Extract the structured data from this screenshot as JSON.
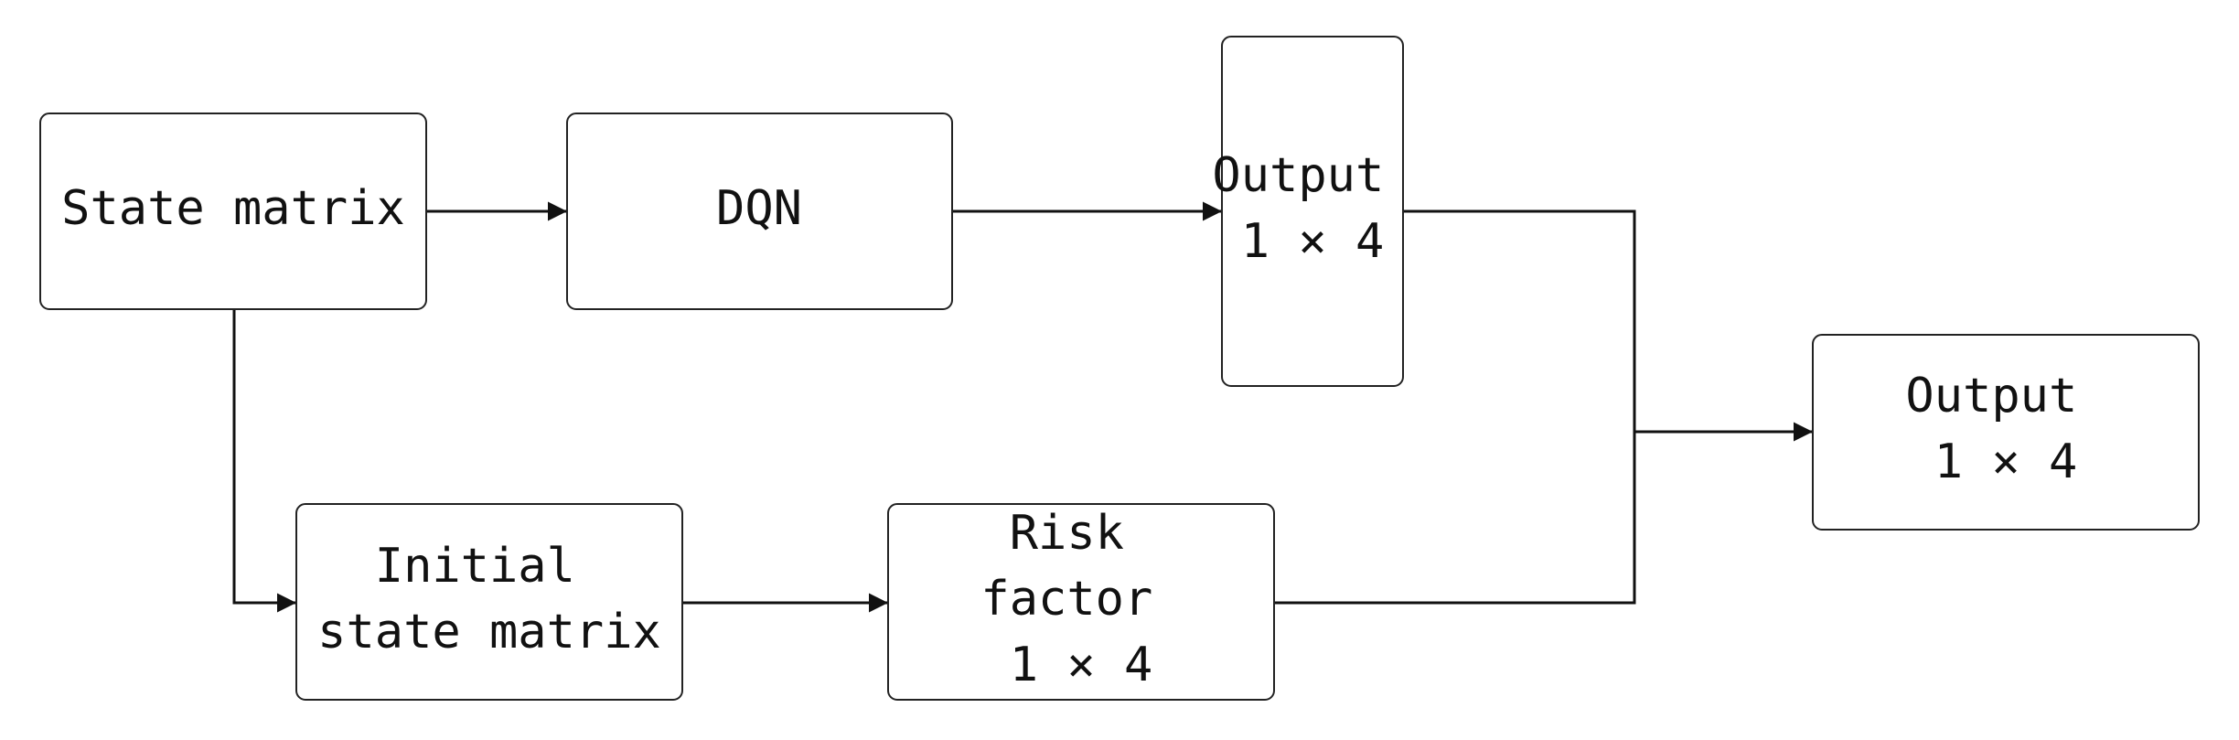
{
  "diagram": {
    "nodes": {
      "state_matrix": {
        "lines": [
          "State matrix"
        ]
      },
      "dqn": {
        "lines": [
          "DQN"
        ]
      },
      "output_top": {
        "lines": [
          "Output",
          "1 × 4"
        ]
      },
      "initial_state_matrix": {
        "lines": [
          "Initial",
          "state matrix"
        ]
      },
      "risk_factor": {
        "lines": [
          "Risk",
          "factor",
          "1 × 4"
        ]
      },
      "output_final": {
        "lines": [
          "Output",
          "1 × 4"
        ]
      }
    },
    "edges": [
      {
        "from": "state_matrix",
        "to": "dqn"
      },
      {
        "from": "dqn",
        "to": "output_top"
      },
      {
        "from": "state_matrix",
        "to": "initial_state_matrix"
      },
      {
        "from": "initial_state_matrix",
        "to": "risk_factor"
      },
      {
        "from": "output_top",
        "to": "output_final"
      },
      {
        "from": "risk_factor",
        "to": "output_final"
      }
    ]
  }
}
